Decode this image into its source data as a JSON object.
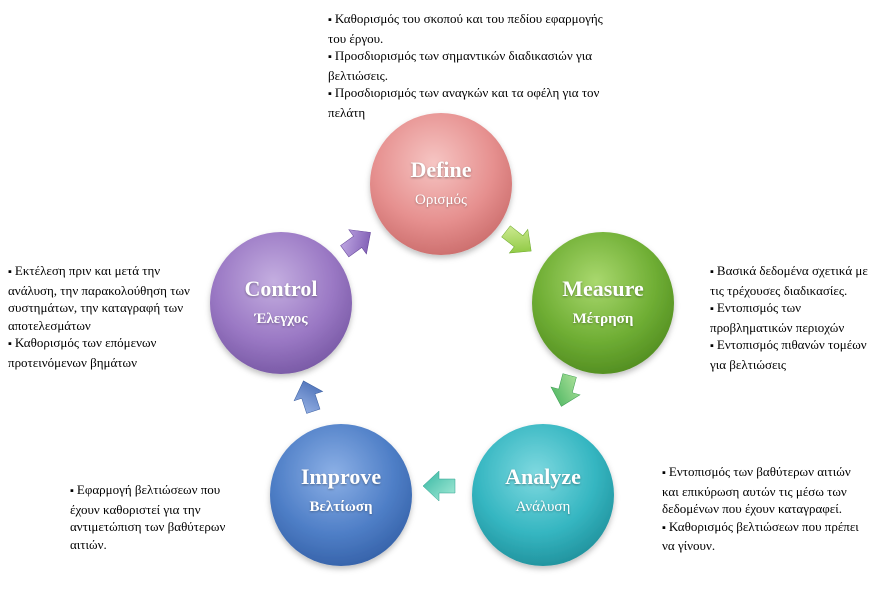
{
  "colors": {
    "define": "#e6908f",
    "measure": "#7dbb3f",
    "analyze": "#35b6c1",
    "improve": "#4f7fc7",
    "control": "#9a78c4"
  },
  "nodes": {
    "define": {
      "en": "Define",
      "gr": "Ορισμός"
    },
    "measure": {
      "en": "Measure",
      "gr": "Μέτρηση"
    },
    "analyze": {
      "en": "Analyze",
      "gr": "Ανάλυση"
    },
    "improve": {
      "en": "Improve",
      "gr": "Βελτίωση"
    },
    "control": {
      "en": "Control",
      "gr": "Έλεγχος"
    }
  },
  "notes": {
    "define": [
      "Καθορισμός του σκοπού και του πεδίου εφαρμογής του έργου.",
      "Προσδιορισμός των σημαντικών διαδικασιών για βελτιώσεις.",
      "Προσδιορισμός των αναγκών και τα οφέλη για τον πελάτη"
    ],
    "measure": [
      "Βασικά δεδομένα σχετικά με τις τρέχουσες διαδικασίες.",
      "Εντοπισμός των προβληματικών περιοχών",
      "Εντοπισμός πιθανών τομέων για βελτιώσεις"
    ],
    "analyze": [
      "Εντοπισμός των βαθύτερων αιτιών και επικύρωση αυτών τις μέσω των δεδομένων που έχουν καταγραφεί.",
      "Καθορισμός βελτιώσεων που πρέπει να γίνουν."
    ],
    "improve": [
      "Εφαρμογή βελτιώσεων που έχουν καθοριστεί για την αντιμετώπιση των βαθύτερων αιτιών."
    ],
    "control": [
      "Εκτέλεση πριν και μετά την ανάλυση, την παρακολούθηση των συστημάτων, την καταγραφή των αποτελεσμάτων",
      "Καθορισμός των επόμενων προτεινόμενων βημάτων"
    ]
  }
}
